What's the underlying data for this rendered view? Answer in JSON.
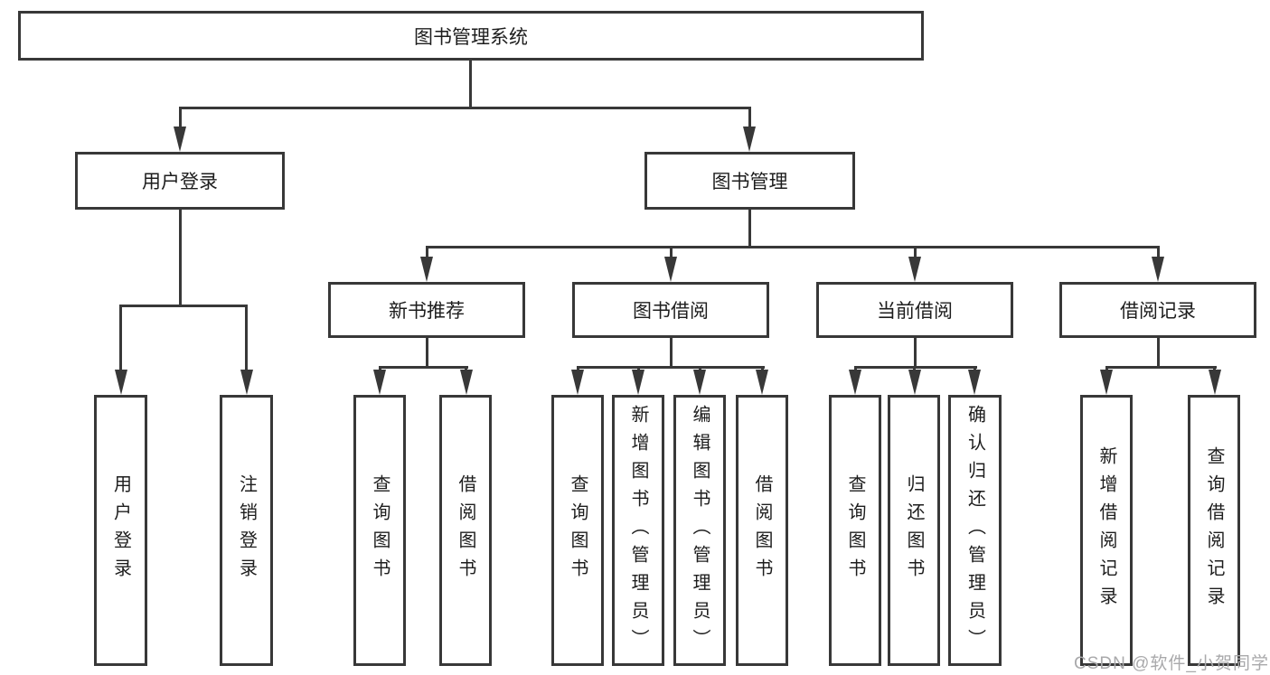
{
  "diagram": {
    "root": {
      "label": "图书管理系统",
      "children": [
        {
          "label": "用户登录",
          "children": [
            {
              "label": "用户登录"
            },
            {
              "label": "注销登录"
            }
          ]
        },
        {
          "label": "图书管理",
          "children": [
            {
              "label": "新书推荐",
              "children": [
                {
                  "label": "查询图书"
                },
                {
                  "label": "借阅图书"
                }
              ]
            },
            {
              "label": "图书借阅",
              "children": [
                {
                  "label": "查询图书"
                },
                {
                  "label": "新增图书（管理员）"
                },
                {
                  "label": "编辑图书（管理员）"
                },
                {
                  "label": "借阅图书"
                }
              ]
            },
            {
              "label": "当前借阅",
              "children": [
                {
                  "label": "查询图书"
                },
                {
                  "label": "归还图书"
                },
                {
                  "label": "确认归还（管理员）"
                }
              ]
            },
            {
              "label": "借阅记录",
              "children": [
                {
                  "label": "新增借阅记录"
                },
                {
                  "label": "查询借阅记录"
                }
              ]
            }
          ]
        }
      ]
    }
  },
  "watermark": {
    "text": "CSDN @软件_小贺同学"
  },
  "colors": {
    "line": "#383838",
    "text": "#1d1d1d",
    "background": "#ffffff",
    "watermark": "#a9a9ab"
  }
}
